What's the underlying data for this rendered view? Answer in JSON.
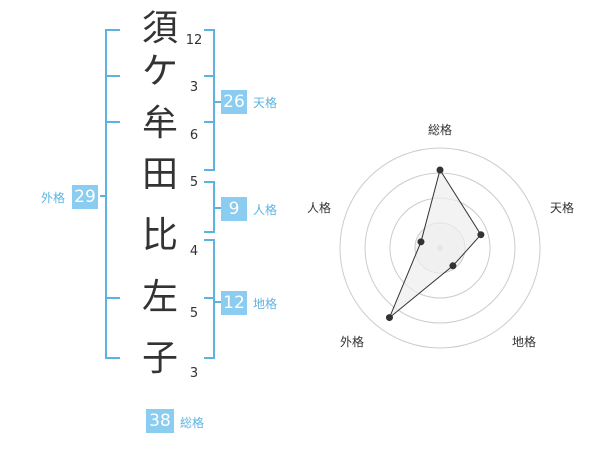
{
  "name_chars": [
    "須",
    "ケ",
    "牟",
    "田",
    "比",
    "左",
    "子"
  ],
  "strokes": [
    "12",
    "3",
    "6",
    "5",
    "4",
    "5",
    "3"
  ],
  "kakaku": {
    "tenkaku": {
      "value": "26",
      "label": "天格"
    },
    "jinkaku": {
      "value": "9",
      "label": "人格"
    },
    "chikaku": {
      "value": "12",
      "label": "地格"
    },
    "gaikaku": {
      "value": "29",
      "label": "外格"
    },
    "soukaku": {
      "value": "38",
      "label": "総格"
    }
  },
  "colors": {
    "bracket": "#5db3e0",
    "box": "#8acdf1",
    "radar_fill": "#eeeeee",
    "radar_line": "#333333"
  },
  "chart_data": {
    "type": "radar",
    "axes": [
      "総格",
      "天格",
      "地格",
      "外格",
      "人格"
    ],
    "values": [
      0.78,
      0.43,
      0.22,
      0.86,
      0.2
    ],
    "rings": 4,
    "max": 1
  }
}
